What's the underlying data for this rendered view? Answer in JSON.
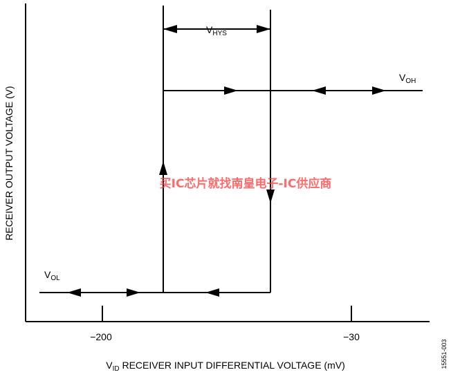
{
  "diagram": {
    "y_axis_label": "RECEIVER OUTPUT VOLTAGE (V)",
    "x_axis_label": {
      "main": "V",
      "sub": "ID",
      "rest": " RECEIVER INPUT DIFFERENTIAL VOLTAGE (mV)"
    },
    "tick_labels": [
      "−200",
      "−30"
    ],
    "hysteresis_label": {
      "main": "V",
      "sub": "HYS"
    },
    "output_high_label": {
      "main": "V",
      "sub": "OH"
    },
    "output_low_label": {
      "main": "V",
      "sub": "OL"
    },
    "figure_id": "15551-003",
    "watermark": "买IC芯片就找南皇电子-IC供应商"
  }
}
